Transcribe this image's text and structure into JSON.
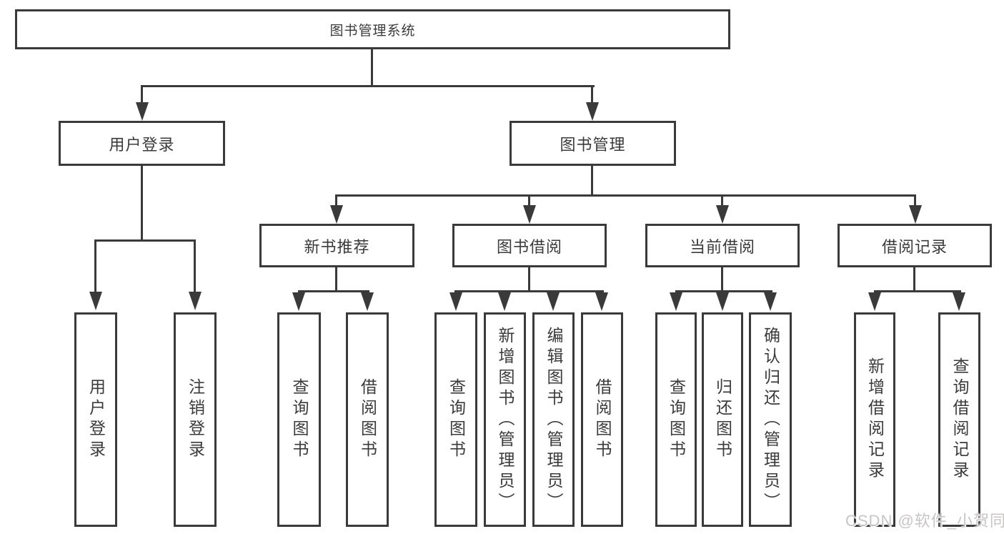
{
  "colors": {
    "line": "#3a3a3a",
    "text": "#3b3b3b",
    "background": "#ffffff",
    "watermark": "#c8c5c5"
  },
  "watermark": "CSDN @软件_小贺同学",
  "tree": {
    "root": {
      "label": "图书管理系统"
    },
    "level2": [
      {
        "label": "用户登录",
        "leaves": [
          {
            "label": "用户登录"
          },
          {
            "label": "注销登录"
          }
        ]
      },
      {
        "label": "图书管理",
        "groups": [
          {
            "label": "新书推荐",
            "leaves": [
              {
                "label": "查询图书"
              },
              {
                "label": "借阅图书"
              }
            ]
          },
          {
            "label": "图书借阅",
            "leaves": [
              {
                "label": "查询图书"
              },
              {
                "label": "新增图书（管理员）"
              },
              {
                "label": "编辑图书（管理员）"
              },
              {
                "label": "借阅图书"
              }
            ]
          },
          {
            "label": "当前借阅",
            "leaves": [
              {
                "label": "查询图书"
              },
              {
                "label": "归还图书"
              },
              {
                "label": "确认归还（管理员）"
              }
            ]
          },
          {
            "label": "借阅记录",
            "leaves": [
              {
                "label": "新增借阅记录"
              },
              {
                "label": "查询借阅记录"
              }
            ]
          }
        ]
      }
    ]
  }
}
